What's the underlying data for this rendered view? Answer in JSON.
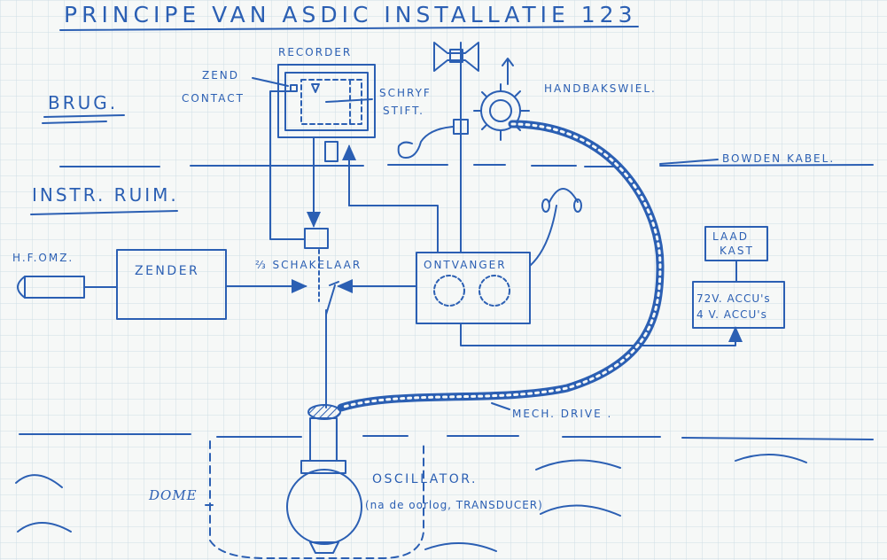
{
  "title": "PRINCIPE  VAN  ASDIC  INSTALLATIE  123",
  "sections": {
    "brug": "BRUG.",
    "instr_ruim": "INSTR. RUIM."
  },
  "labels": {
    "recorder": "RECORDER",
    "zend_line1": "ZEND",
    "zend_line2": "CONTACT",
    "schryf_line1": "SCHRYF",
    "schryf_line2": "STIFT.",
    "handbakswiel": "HANDBAKSWIEL.",
    "bowden": "BOWDEN KABEL.",
    "hf_omz": "H.F.OMZ.",
    "zender": "ZENDER",
    "schakelaar": "⅔ SCHAKELAAR",
    "ontvanger": "ONTVANGER",
    "laad_line1": "LAAD",
    "laad_line2": "KAST",
    "accu_72v": "72V. ACCU's",
    "accu_4v": "4 V. ACCU's",
    "mech_drive": "MECH. DRIVE .",
    "dome": "DOME",
    "oscillator": "OSCILLATOR.",
    "transducer_note": "(na de oorlog, TRANSDUCER)"
  },
  "colors": {
    "ink": "#2b5fb3",
    "paper": "#f6f8f7",
    "grid": "#cfdee6"
  }
}
